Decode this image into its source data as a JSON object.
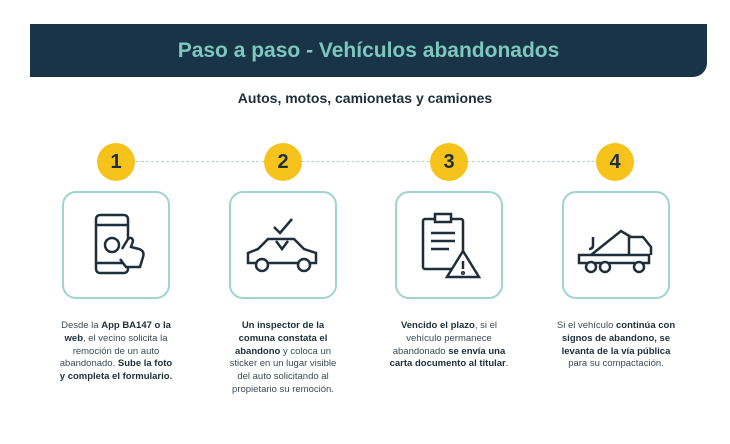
{
  "header": {
    "title": "Paso a paso - Vehículos abandonados",
    "subtitle": "Autos, motos, camionetas y camiones"
  },
  "colors": {
    "banner": "#1a3447",
    "title": "#7cc7be",
    "step_circle": "#f6c21c",
    "box_border": "#9fd4cf"
  },
  "steps": [
    {
      "number": "1",
      "icon": "phone-camera-tap-icon",
      "segments": [
        {
          "t": "Desde la ",
          "b": false
        },
        {
          "t": "App BA147 o la web",
          "b": true
        },
        {
          "t": ", el vecino solicita la remoción de un auto abandonado. ",
          "b": false
        },
        {
          "t": "Sube la foto y completa el formulario.",
          "b": true
        }
      ]
    },
    {
      "number": "2",
      "icon": "car-check-icon",
      "segments": [
        {
          "t": "Un inspector de la comuna constata el abandono",
          "b": true
        },
        {
          "t": " y coloca un sticker en un lugar visible del auto solicitando al propietario su remoción.",
          "b": false
        }
      ]
    },
    {
      "number": "3",
      "icon": "document-warning-icon",
      "segments": [
        {
          "t": "Vencido el plazo",
          "b": true
        },
        {
          "t": ", si el vehículo permanece abandonado ",
          "b": false
        },
        {
          "t": "se envía una carta documento al titular",
          "b": true
        },
        {
          "t": ".",
          "b": false
        }
      ]
    },
    {
      "number": "4",
      "icon": "tow-truck-icon",
      "segments": [
        {
          "t": "Si el vehículo ",
          "b": false
        },
        {
          "t": "continúa con signos de abandono, se levanta de la vía pública",
          "b": true
        },
        {
          "t": " para su compactación.",
          "b": false
        }
      ]
    }
  ]
}
